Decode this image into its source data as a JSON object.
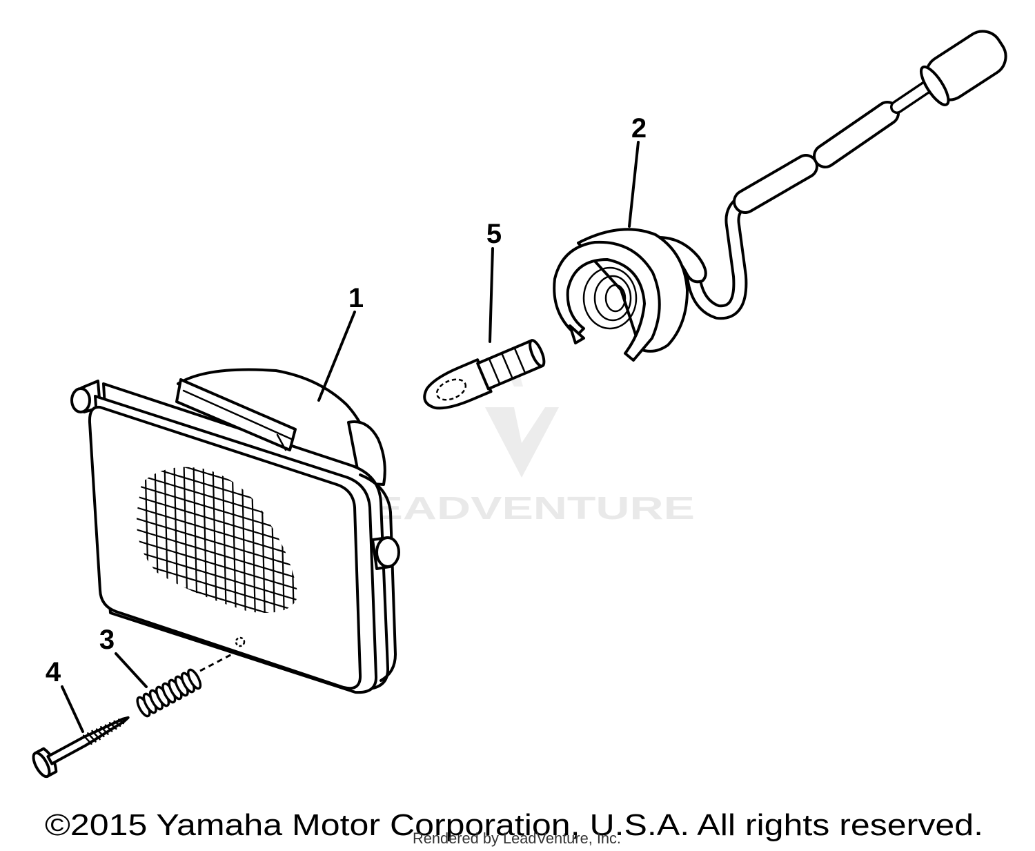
{
  "callouts": {
    "part_1": "1",
    "part_2": "2",
    "part_3": "3",
    "part_4": "4",
    "part_5": "5"
  },
  "watermark": "LEADVENTURE",
  "copyright": "©2015 Yamaha Motor Corporation, U.S.A. All rights reserved.",
  "rendered_by": "Rendered by LeadVenture, Inc."
}
